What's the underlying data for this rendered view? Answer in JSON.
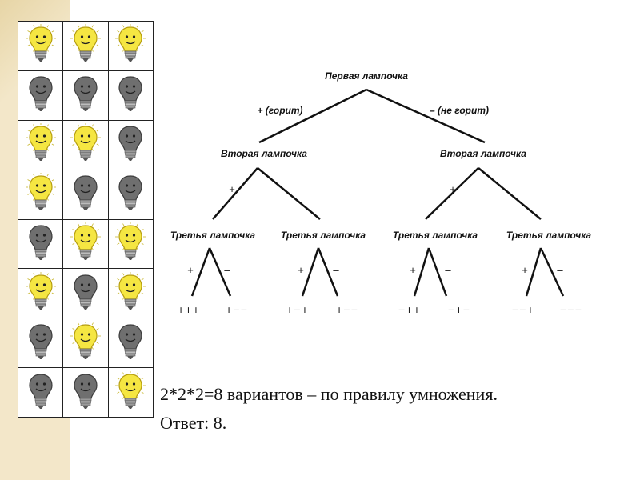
{
  "bulb_grid": {
    "rows": [
      [
        "on",
        "on",
        "on"
      ],
      [
        "off",
        "off",
        "off"
      ],
      [
        "on",
        "on",
        "off"
      ],
      [
        "on",
        "off",
        "off"
      ],
      [
        "off",
        "on",
        "on"
      ],
      [
        "on",
        "off",
        "on"
      ],
      [
        "off",
        "on",
        "off"
      ],
      [
        "off",
        "off",
        "on"
      ]
    ],
    "colors": {
      "on": "#f5e642",
      "off": "#6f6f6f"
    }
  },
  "tree": {
    "root": "Первая лампочка",
    "branch_on": "+ (горит)",
    "branch_off": "– (не горит)",
    "level2_label": "Вторая лампочка",
    "level3_label": "Третья лампочка",
    "plus": "+",
    "minus": "–",
    "results": [
      "+++",
      "+−−",
      "+−+",
      "+−−",
      "−++",
      "−+−",
      "−−+",
      "−−−"
    ]
  },
  "caption": {
    "line1": "2*2*2=8 вариантов – по правилу умножения.",
    "line2": "Ответ: 8."
  }
}
